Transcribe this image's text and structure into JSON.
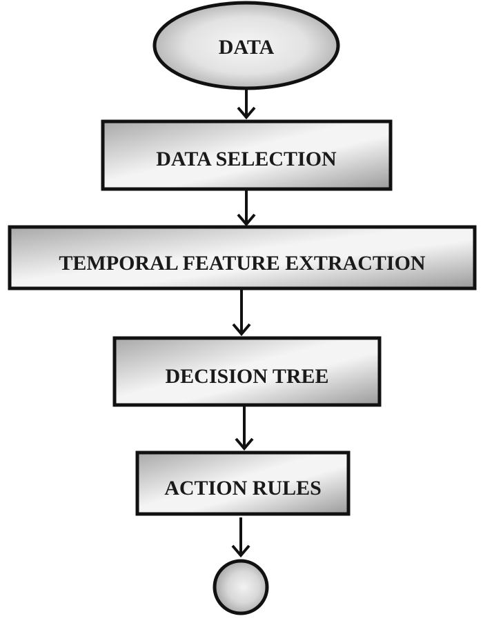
{
  "flowchart": {
    "start": {
      "label": "DATA",
      "shape": "ellipse"
    },
    "steps": [
      {
        "id": "data-selection",
        "label": "DATA SELECTION",
        "shape": "rectangle"
      },
      {
        "id": "temporal-feature-extraction",
        "label": "TEMPORAL FEATURE EXTRACTION",
        "shape": "rectangle"
      },
      {
        "id": "decision-tree",
        "label": "DECISION TREE",
        "shape": "rectangle"
      },
      {
        "id": "action-rules",
        "label": "ACTION RULES",
        "shape": "rectangle"
      }
    ],
    "end": {
      "label": "",
      "shape": "circle"
    },
    "colors": {
      "fill_light": "#f2f2f2",
      "fill_dark": "#9e9e9e",
      "stroke": "#111111",
      "text": "#1a1a1a"
    }
  }
}
